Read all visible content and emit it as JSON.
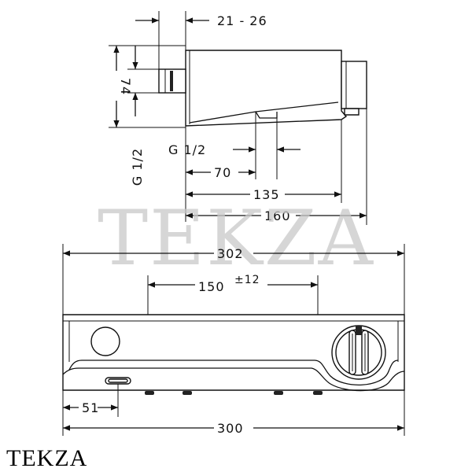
{
  "watermark": "TEKZA",
  "brand": "TEKZA",
  "side_view": {
    "dim_depth_range": "21 - 26",
    "dim_height": "74",
    "dim_thread_vertical": "G 1/2",
    "dim_thread_horizontal": "G 1/2",
    "dim_70": "70",
    "dim_135": "135",
    "dim_160": "160"
  },
  "front_view": {
    "dim_302": "302",
    "dim_150": "150",
    "dim_tolerance": "±12",
    "dim_51": "51",
    "dim_300": "300"
  }
}
